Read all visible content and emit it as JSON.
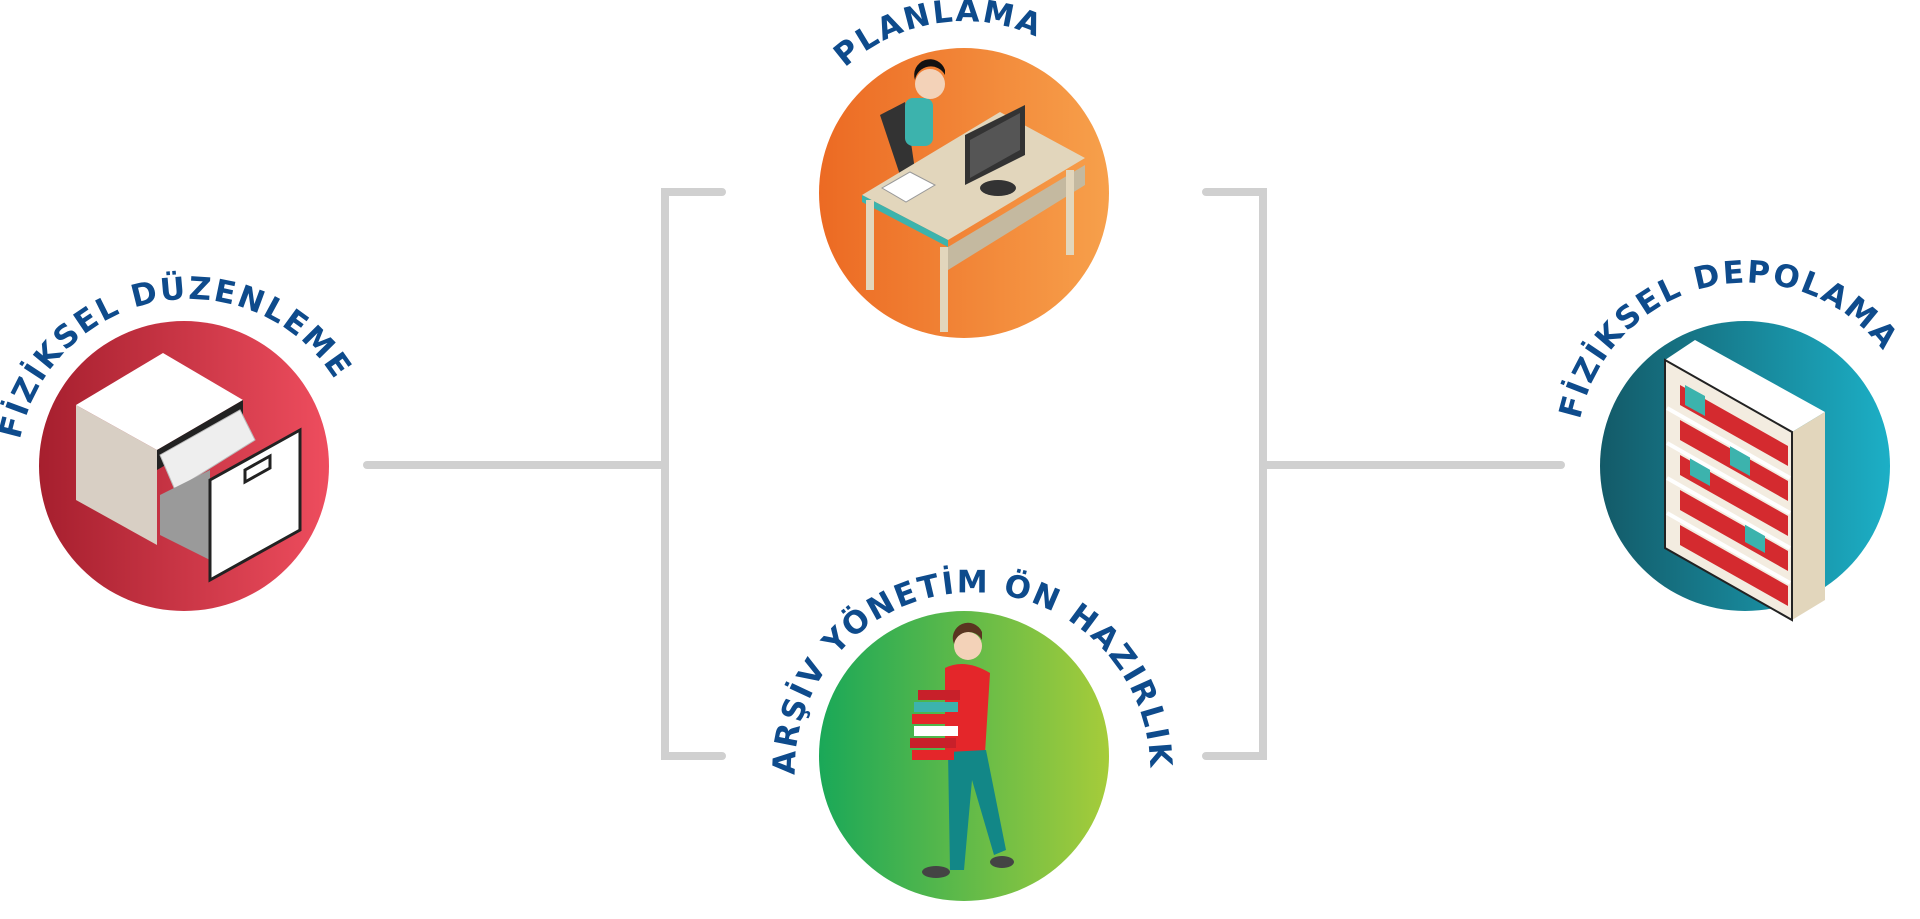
{
  "nodes": {
    "left": {
      "label": "FİZİKSEL DÜZENLEME",
      "icon": "file-cabinet-icon",
      "color_from": "#a61f2e",
      "color_to": "#ee4d5e"
    },
    "top": {
      "label": "PLANLAMA",
      "icon": "office-desk-icon",
      "color_from": "#ec6a23",
      "color_to": "#f7a04b"
    },
    "bottom": {
      "label": "ARŞİV YÖNETİM ÖN HAZIRLIK",
      "icon": "person-carrying-books-icon",
      "color_from": "#1aa858",
      "color_to": "#a6cc3a"
    },
    "right": {
      "label": "FİZİKSEL DEPOLAMA",
      "icon": "bookshelf-icon",
      "color_from": "#135a68",
      "color_to": "#1cafc6"
    }
  },
  "colors": {
    "label_text": "#0e4b8c",
    "connector": "#d0d0d0"
  }
}
